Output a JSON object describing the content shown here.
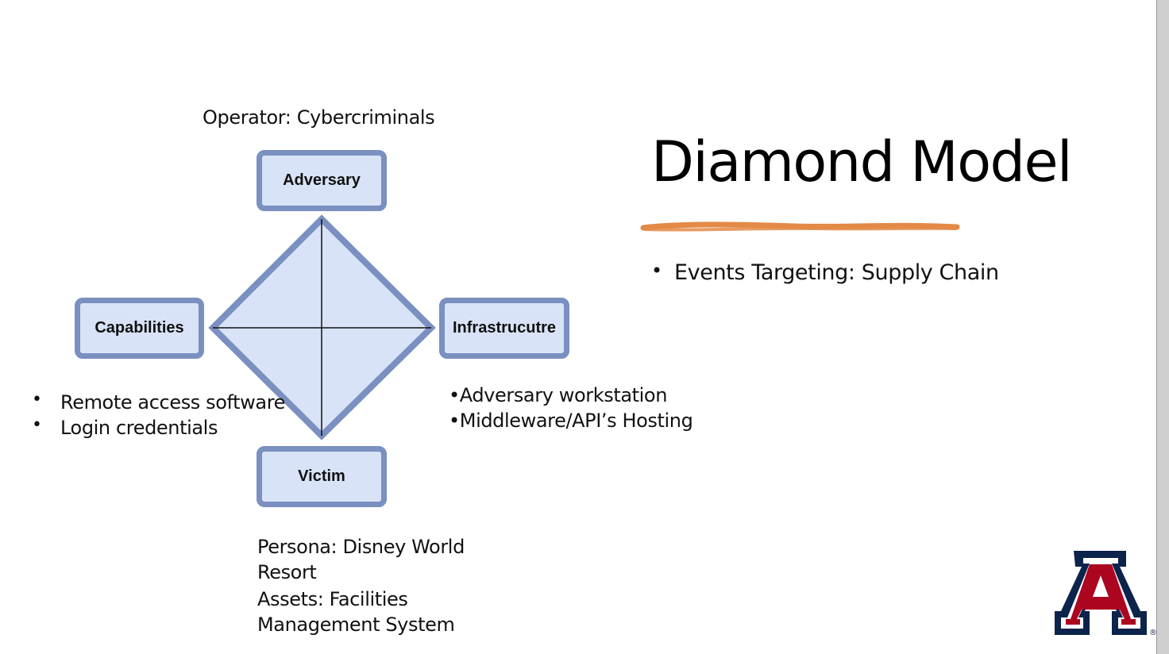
{
  "slide": {
    "title": "Diamond Model",
    "right_bullets": [
      "Events Targeting: Supply Chain"
    ],
    "accent_color": "#e38a47"
  },
  "diagram": {
    "operator_label": "Operator: Cybercriminals",
    "nodes": {
      "adversary": "Adversary",
      "capabilities": "Capabilities",
      "infrastructure": "Infrastrucutre",
      "victim": "Victim"
    },
    "capabilities_items": [
      "Remote access software",
      "Login credentials"
    ],
    "infrastructure_items": [
      "•Adversary workstation",
      "•Middleware/API’s Hosting"
    ],
    "victim_lines": [
      "Persona: Disney World",
      "Resort",
      "Assets: Facilities",
      "Management System"
    ],
    "box_fill": "#d9e3f7",
    "box_border": "#7a90c0"
  },
  "logo": {
    "letter": "A",
    "trademark": "®",
    "primary_color": "#0c234b",
    "accent_color": "#ab0520"
  }
}
